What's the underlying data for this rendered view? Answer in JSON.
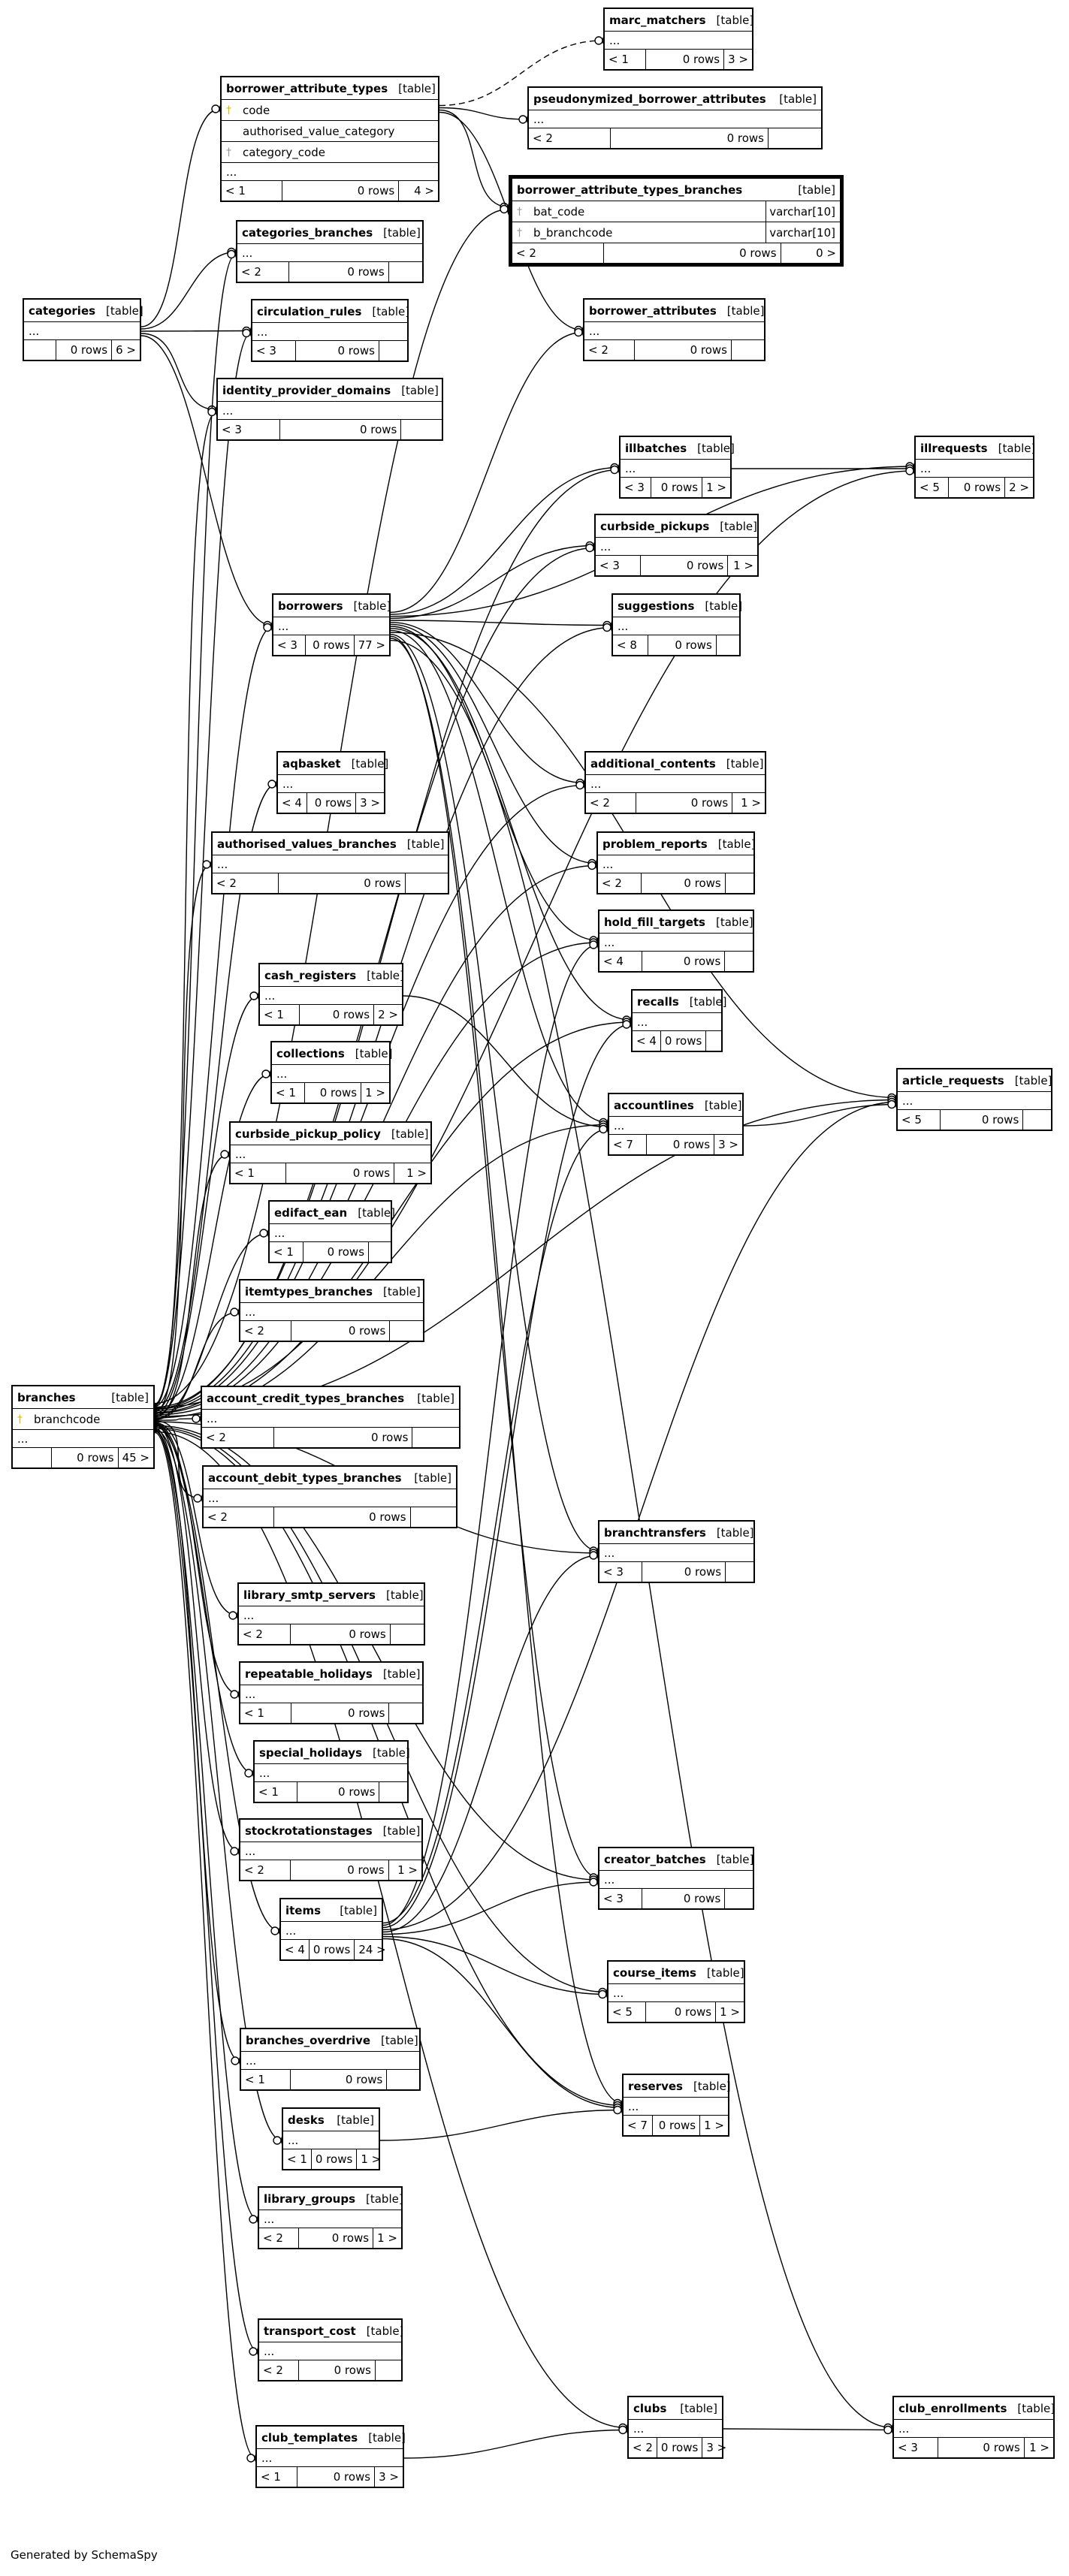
{
  "diagram": {
    "credit": "Generated by SchemaSpy",
    "tables": [
      {
        "id": "marc_matchers",
        "name": "marc_matchers",
        "type": "[table]",
        "rows": [
          {
            "label": "..."
          }
        ],
        "footer": [
          "< 1",
          "0 rows",
          "3 >"
        ]
      },
      {
        "id": "borrower_attribute_types",
        "name": "borrower_attribute_types",
        "type": "[table]",
        "rows": [
          {
            "icon": "key",
            "label": "code"
          },
          {
            "label": "authorised_value_category"
          },
          {
            "icon": "fk",
            "label": "category_code"
          },
          {
            "label": "..."
          }
        ],
        "footer": [
          "< 1",
          "0 rows",
          "4 >"
        ]
      },
      {
        "id": "pseudonymized_borrower_attributes",
        "name": "pseudonymized_borrower_attributes",
        "type": "[table]",
        "rows": [
          {
            "label": "..."
          }
        ],
        "footer": [
          "< 2",
          "0 rows",
          ""
        ]
      },
      {
        "id": "borrower_attribute_types_branches",
        "name": "borrower_attribute_types_branches",
        "type": "[table]",
        "highlight": true,
        "rows": [
          {
            "icon": "fk",
            "label": "bat_code",
            "dtype": "varchar[10]"
          },
          {
            "icon": "fk",
            "label": "b_branchcode",
            "dtype": "varchar[10]"
          }
        ],
        "footer": [
          "< 2",
          "0 rows",
          "0 >"
        ]
      },
      {
        "id": "categories_branches",
        "name": "categories_branches",
        "type": "[table]",
        "rows": [
          {
            "label": "..."
          }
        ],
        "footer": [
          "< 2",
          "0 rows",
          ""
        ]
      },
      {
        "id": "categories",
        "name": "categories",
        "type": "[table]",
        "rows": [
          {
            "label": "..."
          }
        ],
        "footer": [
          "",
          "0 rows",
          "6 >"
        ]
      },
      {
        "id": "circulation_rules",
        "name": "circulation_rules",
        "type": "[table]",
        "rows": [
          {
            "label": "..."
          }
        ],
        "footer": [
          "< 3",
          "0 rows",
          ""
        ]
      },
      {
        "id": "borrower_attributes",
        "name": "borrower_attributes",
        "type": "[table]",
        "rows": [
          {
            "label": "..."
          }
        ],
        "footer": [
          "< 2",
          "0 rows",
          ""
        ]
      },
      {
        "id": "identity_provider_domains",
        "name": "identity_provider_domains",
        "type": "[table]",
        "rows": [
          {
            "label": "..."
          }
        ],
        "footer": [
          "< 3",
          "0 rows",
          ""
        ]
      },
      {
        "id": "illbatches",
        "name": "illbatches",
        "type": "[table]",
        "rows": [
          {
            "label": "..."
          }
        ],
        "footer": [
          "< 3",
          "0 rows",
          "1 >"
        ]
      },
      {
        "id": "illrequests",
        "name": "illrequests",
        "type": "[table]",
        "rows": [
          {
            "label": "..."
          }
        ],
        "footer": [
          "< 5",
          "0 rows",
          "2 >"
        ]
      },
      {
        "id": "curbside_pickups",
        "name": "curbside_pickups",
        "type": "[table]",
        "rows": [
          {
            "label": "..."
          }
        ],
        "footer": [
          "< 3",
          "0 rows",
          "1 >"
        ]
      },
      {
        "id": "borrowers",
        "name": "borrowers",
        "type": "[table]",
        "rows": [
          {
            "label": "..."
          }
        ],
        "footer": [
          "< 3",
          "0 rows",
          "77 >"
        ]
      },
      {
        "id": "suggestions",
        "name": "suggestions",
        "type": "[table]",
        "rows": [
          {
            "label": "..."
          }
        ],
        "footer": [
          "< 8",
          "0 rows",
          ""
        ]
      },
      {
        "id": "aqbasket",
        "name": "aqbasket",
        "type": "[table]",
        "rows": [
          {
            "label": "..."
          }
        ],
        "footer": [
          "< 4",
          "0 rows",
          "3 >"
        ]
      },
      {
        "id": "additional_contents",
        "name": "additional_contents",
        "type": "[table]",
        "rows": [
          {
            "label": "..."
          }
        ],
        "footer": [
          "< 2",
          "0 rows",
          "1 >"
        ]
      },
      {
        "id": "authorised_values_branches",
        "name": "authorised_values_branches",
        "type": "[table]",
        "rows": [
          {
            "label": "..."
          }
        ],
        "footer": [
          "< 2",
          "0 rows",
          ""
        ]
      },
      {
        "id": "problem_reports",
        "name": "problem_reports",
        "type": "[table]",
        "rows": [
          {
            "label": "..."
          }
        ],
        "footer": [
          "< 2",
          "0 rows",
          ""
        ]
      },
      {
        "id": "hold_fill_targets",
        "name": "hold_fill_targets",
        "type": "[table]",
        "rows": [
          {
            "label": "..."
          }
        ],
        "footer": [
          "< 4",
          "0 rows",
          ""
        ]
      },
      {
        "id": "cash_registers",
        "name": "cash_registers",
        "type": "[table]",
        "rows": [
          {
            "label": "..."
          }
        ],
        "footer": [
          "< 1",
          "0 rows",
          "2 >"
        ]
      },
      {
        "id": "recalls",
        "name": "recalls",
        "type": "[table]",
        "rows": [
          {
            "label": "..."
          }
        ],
        "footer": [
          "< 4",
          "0 rows",
          ""
        ]
      },
      {
        "id": "collections",
        "name": "collections",
        "type": "[table]",
        "rows": [
          {
            "label": "..."
          }
        ],
        "footer": [
          "< 1",
          "0 rows",
          "1 >"
        ]
      },
      {
        "id": "article_requests",
        "name": "article_requests",
        "type": "[table]",
        "rows": [
          {
            "label": "..."
          }
        ],
        "footer": [
          "< 5",
          "0 rows",
          ""
        ]
      },
      {
        "id": "curbside_pickup_policy",
        "name": "curbside_pickup_policy",
        "type": "[table]",
        "rows": [
          {
            "label": "..."
          }
        ],
        "footer": [
          "< 1",
          "0 rows",
          "1 >"
        ]
      },
      {
        "id": "accountlines",
        "name": "accountlines",
        "type": "[table]",
        "rows": [
          {
            "label": "..."
          }
        ],
        "footer": [
          "< 7",
          "0 rows",
          "3 >"
        ]
      },
      {
        "id": "edifact_ean",
        "name": "edifact_ean",
        "type": "[table]",
        "rows": [
          {
            "label": "..."
          }
        ],
        "footer": [
          "< 1",
          "0 rows",
          ""
        ]
      },
      {
        "id": "itemtypes_branches",
        "name": "itemtypes_branches",
        "type": "[table]",
        "rows": [
          {
            "label": "..."
          }
        ],
        "footer": [
          "< 2",
          "0 rows",
          ""
        ]
      },
      {
        "id": "branches",
        "name": "branches",
        "type": "[table]",
        "rows": [
          {
            "icon": "key",
            "label": "branchcode"
          },
          {
            "label": "..."
          }
        ],
        "footer": [
          "",
          "0 rows",
          "45 >"
        ]
      },
      {
        "id": "account_credit_types_branches",
        "name": "account_credit_types_branches",
        "type": "[table]",
        "rows": [
          {
            "label": "..."
          }
        ],
        "footer": [
          "< 2",
          "0 rows",
          ""
        ]
      },
      {
        "id": "account_debit_types_branches",
        "name": "account_debit_types_branches",
        "type": "[table]",
        "rows": [
          {
            "label": "..."
          }
        ],
        "footer": [
          "< 2",
          "0 rows",
          ""
        ]
      },
      {
        "id": "branchtransfers",
        "name": "branchtransfers",
        "type": "[table]",
        "rows": [
          {
            "label": "..."
          }
        ],
        "footer": [
          "< 3",
          "0 rows",
          ""
        ]
      },
      {
        "id": "library_smtp_servers",
        "name": "library_smtp_servers",
        "type": "[table]",
        "rows": [
          {
            "label": "..."
          }
        ],
        "footer": [
          "< 2",
          "0 rows",
          ""
        ]
      },
      {
        "id": "repeatable_holidays",
        "name": "repeatable_holidays",
        "type": "[table]",
        "rows": [
          {
            "label": "..."
          }
        ],
        "footer": [
          "< 1",
          "0 rows",
          ""
        ]
      },
      {
        "id": "special_holidays",
        "name": "special_holidays",
        "type": "[table]",
        "rows": [
          {
            "label": "..."
          }
        ],
        "footer": [
          "< 1",
          "0 rows",
          ""
        ]
      },
      {
        "id": "stockrotationstages",
        "name": "stockrotationstages",
        "type": "[table]",
        "rows": [
          {
            "label": "..."
          }
        ],
        "footer": [
          "< 2",
          "0 rows",
          "1 >"
        ]
      },
      {
        "id": "creator_batches",
        "name": "creator_batches",
        "type": "[table]",
        "rows": [
          {
            "label": "..."
          }
        ],
        "footer": [
          "< 3",
          "0 rows",
          ""
        ]
      },
      {
        "id": "items",
        "name": "items",
        "type": "[table]",
        "rows": [
          {
            "label": "..."
          }
        ],
        "footer": [
          "< 4",
          "0 rows",
          "24 >"
        ]
      },
      {
        "id": "course_items",
        "name": "course_items",
        "type": "[table]",
        "rows": [
          {
            "label": "..."
          }
        ],
        "footer": [
          "< 5",
          "0 rows",
          "1 >"
        ]
      },
      {
        "id": "branches_overdrive",
        "name": "branches_overdrive",
        "type": "[table]",
        "rows": [
          {
            "label": "..."
          }
        ],
        "footer": [
          "< 1",
          "0 rows",
          ""
        ]
      },
      {
        "id": "reserves",
        "name": "reserves",
        "type": "[table]",
        "rows": [
          {
            "label": "..."
          }
        ],
        "footer": [
          "< 7",
          "0 rows",
          "1 >"
        ]
      },
      {
        "id": "desks",
        "name": "desks",
        "type": "[table]",
        "rows": [
          {
            "label": "..."
          }
        ],
        "footer": [
          "< 1",
          "0 rows",
          "1 >"
        ]
      },
      {
        "id": "library_groups",
        "name": "library_groups",
        "type": "[table]",
        "rows": [
          {
            "label": "..."
          }
        ],
        "footer": [
          "< 2",
          "0 rows",
          "1 >"
        ]
      },
      {
        "id": "transport_cost",
        "name": "transport_cost",
        "type": "[table]",
        "rows": [
          {
            "label": "..."
          }
        ],
        "footer": [
          "< 2",
          "0 rows",
          ""
        ]
      },
      {
        "id": "clubs",
        "name": "clubs",
        "type": "[table]",
        "rows": [
          {
            "label": "..."
          }
        ],
        "footer": [
          "< 2",
          "0 rows",
          "3 >"
        ]
      },
      {
        "id": "club_enrollments",
        "name": "club_enrollments",
        "type": "[table]",
        "rows": [
          {
            "label": "..."
          }
        ],
        "footer": [
          "< 3",
          "0 rows",
          "1 >"
        ]
      },
      {
        "id": "club_templates",
        "name": "club_templates",
        "type": "[table]",
        "rows": [
          {
            "label": "..."
          }
        ],
        "footer": [
          "< 1",
          "0 rows",
          "3 >"
        ]
      }
    ],
    "relations": [
      [
        "borrower_attribute_types",
        "marc_matchers",
        "dashed"
      ],
      [
        "borrower_attribute_types",
        "pseudonymized_borrower_attributes",
        ""
      ],
      [
        "borrower_attribute_types",
        "borrower_attribute_types_branches",
        ""
      ],
      [
        "borrower_attribute_types",
        "borrower_attributes",
        ""
      ],
      [
        "categories",
        "borrower_attribute_types",
        ""
      ],
      [
        "categories",
        "categories_branches",
        ""
      ],
      [
        "categories",
        "circulation_rules",
        ""
      ],
      [
        "categories",
        "identity_provider_domains",
        ""
      ],
      [
        "categories",
        "borrowers",
        ""
      ],
      [
        "borrowers",
        "borrower_attributes",
        ""
      ],
      [
        "borrowers",
        "illbatches",
        ""
      ],
      [
        "borrowers",
        "illrequests",
        ""
      ],
      [
        "borrowers",
        "curbside_pickups",
        ""
      ],
      [
        "borrowers",
        "suggestions",
        ""
      ],
      [
        "borrowers",
        "additional_contents",
        ""
      ],
      [
        "borrowers",
        "problem_reports",
        ""
      ],
      [
        "borrowers",
        "hold_fill_targets",
        ""
      ],
      [
        "borrowers",
        "recalls",
        ""
      ],
      [
        "borrowers",
        "accountlines",
        ""
      ],
      [
        "borrowers",
        "article_requests",
        ""
      ],
      [
        "borrowers",
        "branchtransfers",
        ""
      ],
      [
        "borrowers",
        "creator_batches",
        ""
      ],
      [
        "borrowers",
        "reserves",
        ""
      ],
      [
        "borrowers",
        "club_enrollments",
        ""
      ],
      [
        "illbatches",
        "illrequests",
        ""
      ],
      [
        "branches",
        "borrower_attribute_types_branches",
        ""
      ],
      [
        "branches",
        "categories_branches",
        ""
      ],
      [
        "branches",
        "circulation_rules",
        ""
      ],
      [
        "branches",
        "identity_provider_domains",
        ""
      ],
      [
        "branches",
        "borrowers",
        ""
      ],
      [
        "branches",
        "illbatches",
        ""
      ],
      [
        "branches",
        "illrequests",
        ""
      ],
      [
        "branches",
        "curbside_pickups",
        ""
      ],
      [
        "branches",
        "suggestions",
        ""
      ],
      [
        "branches",
        "aqbasket",
        ""
      ],
      [
        "branches",
        "additional_contents",
        ""
      ],
      [
        "branches",
        "authorised_values_branches",
        ""
      ],
      [
        "branches",
        "problem_reports",
        ""
      ],
      [
        "branches",
        "hold_fill_targets",
        ""
      ],
      [
        "branches",
        "cash_registers",
        ""
      ],
      [
        "branches",
        "recalls",
        ""
      ],
      [
        "branches",
        "collections",
        ""
      ],
      [
        "branches",
        "article_requests",
        ""
      ],
      [
        "branches",
        "curbside_pickup_policy",
        ""
      ],
      [
        "branches",
        "accountlines",
        ""
      ],
      [
        "branches",
        "edifact_ean",
        ""
      ],
      [
        "branches",
        "itemtypes_branches",
        ""
      ],
      [
        "branches",
        "account_credit_types_branches",
        ""
      ],
      [
        "branches",
        "account_debit_types_branches",
        ""
      ],
      [
        "branches",
        "branchtransfers",
        ""
      ],
      [
        "branches",
        "library_smtp_servers",
        ""
      ],
      [
        "branches",
        "repeatable_holidays",
        ""
      ],
      [
        "branches",
        "special_holidays",
        ""
      ],
      [
        "branches",
        "stockrotationstages",
        ""
      ],
      [
        "branches",
        "creator_batches",
        ""
      ],
      [
        "branches",
        "items",
        ""
      ],
      [
        "branches",
        "course_items",
        ""
      ],
      [
        "branches",
        "branches_overdrive",
        ""
      ],
      [
        "branches",
        "reserves",
        ""
      ],
      [
        "branches",
        "desks",
        ""
      ],
      [
        "branches",
        "library_groups",
        ""
      ],
      [
        "branches",
        "transport_cost",
        ""
      ],
      [
        "branches",
        "clubs",
        ""
      ],
      [
        "branches",
        "club_templates",
        ""
      ],
      [
        "cash_registers",
        "accountlines",
        ""
      ],
      [
        "items",
        "accountlines",
        ""
      ],
      [
        "items",
        "hold_fill_targets",
        ""
      ],
      [
        "items",
        "recalls",
        ""
      ],
      [
        "items",
        "article_requests",
        ""
      ],
      [
        "items",
        "branchtransfers",
        ""
      ],
      [
        "items",
        "creator_batches",
        ""
      ],
      [
        "items",
        "course_items",
        ""
      ],
      [
        "items",
        "reserves",
        ""
      ],
      [
        "desks",
        "reserves",
        ""
      ],
      [
        "clubs",
        "club_enrollments",
        ""
      ],
      [
        "club_templates",
        "clubs",
        ""
      ],
      [
        "accountlines",
        "article_requests",
        ""
      ]
    ]
  }
}
